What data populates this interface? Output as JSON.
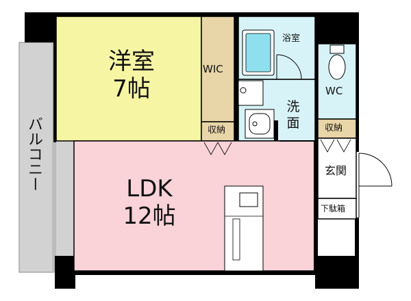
{
  "floorplan": {
    "rooms": {
      "western": {
        "name": "洋室",
        "size": "7帖",
        "color": "#f6f5a4"
      },
      "ldk": {
        "name": "LDK",
        "size": "12帖",
        "color": "#f9d3d8"
      },
      "wic": {
        "name": "WIC",
        "color": "#e8d5a8"
      },
      "closet_western": {
        "name": "収納"
      },
      "closet_entry": {
        "name": "収納"
      },
      "bath": {
        "name": "浴室",
        "color": "#d7f3f8"
      },
      "washroom": {
        "name": "洗面",
        "color": "#d7f3f8"
      },
      "wc": {
        "name": "WC",
        "color": "#d7f3f8"
      },
      "entrance": {
        "name": "玄関",
        "color": "#ffffff"
      },
      "shoe_box": {
        "name": "下駄箱"
      },
      "balcony": {
        "name": "バルコニー",
        "color": "#d2d2d2"
      }
    },
    "wall_color": "#000000"
  }
}
